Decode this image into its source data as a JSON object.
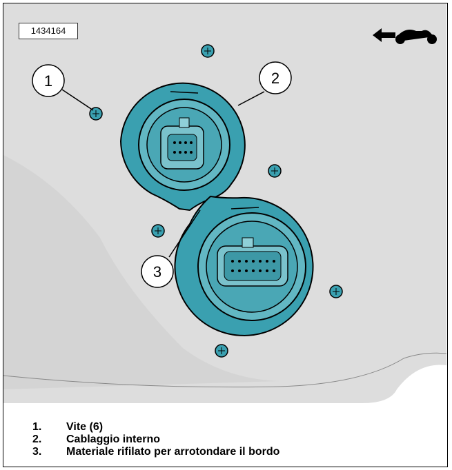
{
  "figure": {
    "id": "1434164",
    "direction_icon": "arrow-left-motorcycle-icon"
  },
  "callouts": [
    {
      "number": "1"
    },
    {
      "number": "2"
    },
    {
      "number": "3"
    }
  ],
  "legend": [
    {
      "number": "1.",
      "text": "Vite (6)"
    },
    {
      "number": "2.",
      "text": "Cablaggio interno"
    },
    {
      "number": "3.",
      "text": "Materiale rifilato per arrotondare il bordo"
    }
  ],
  "colors": {
    "panel": "#dcdcdc",
    "part_teal": "#3aa0b0",
    "outline": "#000000"
  }
}
